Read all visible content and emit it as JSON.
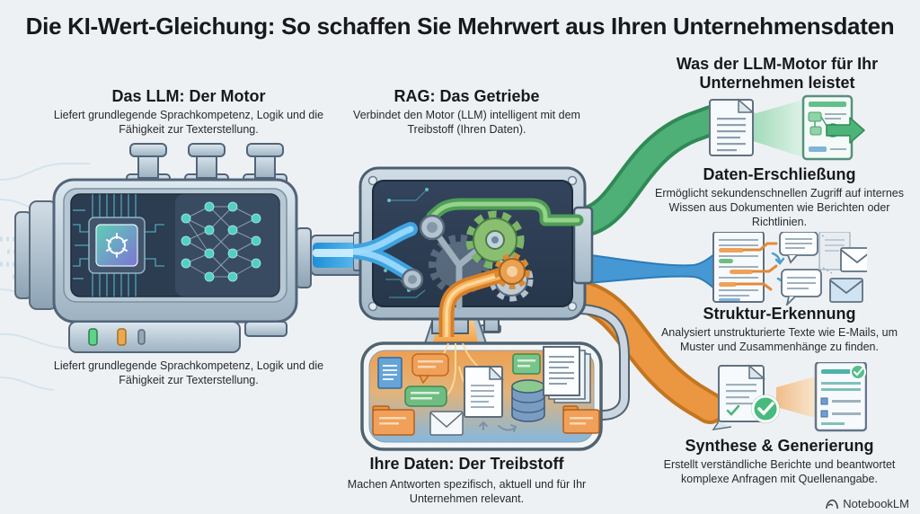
{
  "title": "Die KI-Wert-Gleichung: So schaffen Sie Mehrwert aus Ihren Unternehmensdaten",
  "sections": {
    "llm": {
      "heading": "Das LLM: Der Motor",
      "description": "Liefert grundlegende Sprachkompetenz, Logik und die Fähigkeit zur Texterstellung."
    },
    "rag": {
      "heading": "RAG: Das Getriebe",
      "description": "Verbindet den Motor (LLM) intelligent mit dem Treibstoff (Ihren Daten)."
    },
    "fuel": {
      "heading": "Ihre Daten: Der Treibstoff",
      "description": "Machen Antworten spezifisch, aktuell und für Ihr Unternehmen relevant."
    },
    "benefits": {
      "heading": "Was der LLM-Motor für Ihr Unternehmen leistet",
      "items": [
        {
          "heading": "Daten-Erschließung",
          "description": "Ermöglicht sekundenschnellen Zugriff auf internes Wissen aus Dokumenten wie Berichten oder Richtlinien."
        },
        {
          "heading": "Struktur-Erkennung",
          "description": "Analysiert unstrukturierte Texte wie E-Mails, um Muster und Zusammenhänge zu finden."
        },
        {
          "heading": "Synthese & Generierung",
          "description": "Erstellt verständliche Berichte und beantwortet komplexe Anfragen mit Quellenangabe."
        }
      ]
    }
  },
  "branding": {
    "logo": "NotebookLM"
  },
  "colors": {
    "background": "#eef1f4",
    "heading": "#17191d",
    "body_text": "#26292e",
    "green": "#4fb077",
    "blue": "#4698d4",
    "orange": "#eb9640",
    "teal": "#52cfc4"
  }
}
